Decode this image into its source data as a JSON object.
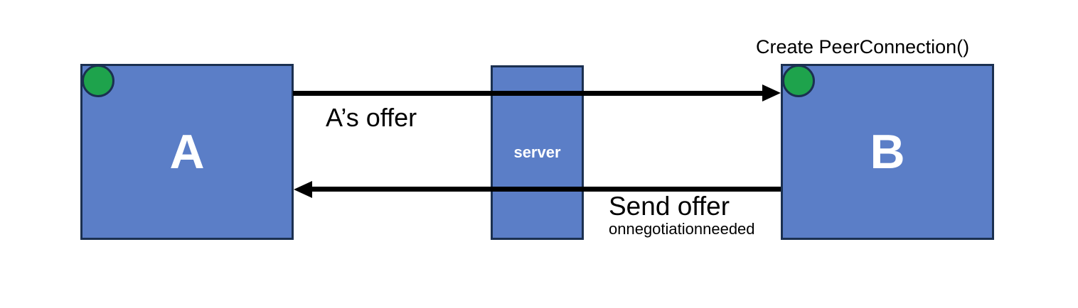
{
  "diagram": {
    "nodes": {
      "peer_a": {
        "label": "A"
      },
      "server": {
        "label": "server"
      },
      "peer_b": {
        "label": "B"
      }
    },
    "annotations": {
      "create_peerconnection": "Create PeerConnection()",
      "a_offer": "A’s offer",
      "send_offer": "Send offer",
      "onnegotiationneeded": "onnegotiationneeded"
    },
    "arrows": [
      {
        "name": "offer-arrow",
        "from": "A",
        "to": "B",
        "direction": "right"
      },
      {
        "name": "send-offer-arrow",
        "from": "B",
        "to": "A",
        "direction": "left"
      }
    ],
    "colors": {
      "node_fill": "#5b7ec7",
      "node_border": "#1b3050",
      "status_dot_green": "#1ea34c",
      "arrow_black": "#000000",
      "label_text": "#000000",
      "node_label_white": "#ffffff",
      "background": "#ffffff"
    }
  }
}
